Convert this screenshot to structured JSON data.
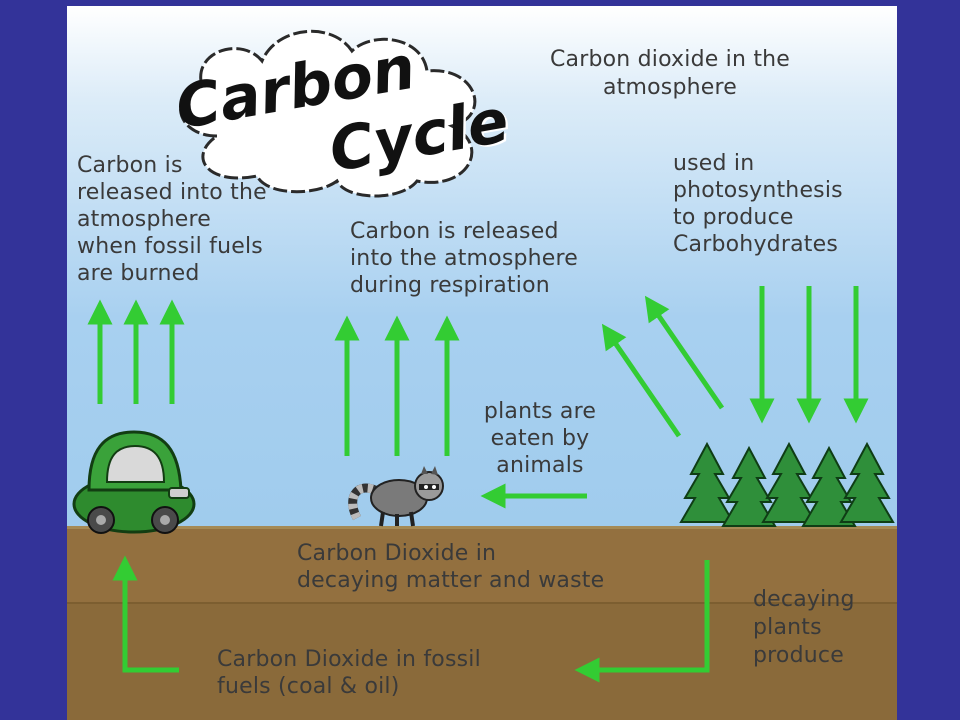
{
  "title": {
    "line1": "Carbon",
    "line2": "Cycle"
  },
  "labels": {
    "atmosphere": [
      "Carbon dioxide in the",
      "atmosphere"
    ],
    "fossil_fuels_burned": [
      "Carbon is",
      "released into the",
      "atmosphere",
      "when fossil fuels",
      "are burned"
    ],
    "respiration": [
      "Carbon is released",
      "into the atmosphere",
      "during respiration"
    ],
    "photosynthesis": [
      "used in",
      "photosynthesis",
      "to produce",
      "Carbohydrates"
    ],
    "eaten": [
      "plants are",
      "eaten by",
      "animals"
    ],
    "decaying_matter": [
      "Carbon Dioxide in",
      "decaying matter and waste"
    ],
    "decaying_plants": [
      "decaying",
      "plants",
      "produce"
    ],
    "fossil_fuels": [
      "Carbon Dioxide in fossil",
      "fuels (coal & oil)"
    ]
  },
  "colors": {
    "frame": "#333399",
    "arrow": "#33cc33",
    "sky": "#a0cced",
    "soil": "#93703f",
    "car": "#2e8b2e",
    "tree": "#2f8f3a"
  },
  "icons": [
    "cloud-icon",
    "car-icon",
    "raccoon-icon",
    "tree-icon"
  ]
}
